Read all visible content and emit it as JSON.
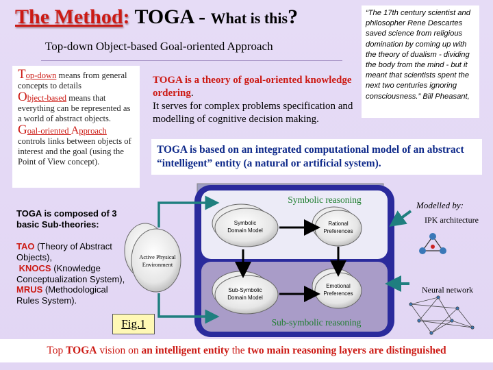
{
  "title": {
    "part1": "The Method",
    "part2": ": ",
    "part3": "TOGA - ",
    "part4": "What is this",
    "part5": "?"
  },
  "subtitle": "Top-down Object-based Goal-oriented Approach",
  "quote": "“The 17th century scientist and philosopher Rene Descartes saved science from religious domination by coming up with the theory of dualism - dividing the body from the mind - but it meant that scientists spent the next two centuries ignoring consciousness.”  Bill Pheasant,",
  "toga_box": {
    "t_cap": "T",
    "t_word": "op-down",
    "t_rest": " means from general concepts to details",
    "o_cap": "O",
    "o_word": "bject-based",
    "o_rest": " means that everything can be represented as a world of abstract objects.",
    "g_cap": "G",
    "g_word": "oal-oriented ",
    "a_cap": "A",
    "a_word": "pproach",
    "g_rest": " controls links between objects of interest and the goal (using the Point of View concept)."
  },
  "theory": {
    "red": "TOGA is a theory of goal-oriented knowledge ordering",
    "dot": ".",
    "rest": "It serves for complex problems specification and modelling of  cognitive decision making."
  },
  "integrated": "TOGA is based on an integrated computational model of an abstract “intelligent” entity (a natural or artificial system).",
  "compose": {
    "heading": "TOGA is composed of 3 basic Sub-theories:",
    "tao": "TAO",
    "tao_desc": " (Theory of Abstract Objects),",
    "knocs": "KNOCS",
    "knocs_desc": " (Knowledge Conceptualization System),",
    "mrus": "MRUS",
    "mrus_desc": " (Methodological Rules System)."
  },
  "diagram": {
    "symbolic_label": "Symbolic reasoning",
    "subsymbolic_label": "Sub-symbolic reasoning",
    "env_line1": "Active Physical",
    "env_line2": "Environment",
    "sym_line1": "Symbolic",
    "sym_line2": "Domain Model",
    "rat_line1": "Rational",
    "rat_line2": "Preferences",
    "subsym_line1": "Sub-Symbolic",
    "subsym_line2": "Domain Model",
    "emo_line1": "Emotional",
    "emo_line2": "Preferences"
  },
  "fig_label": "Fig.1",
  "modelled_by": "Modelled by:",
  "ipk": "IPK architecture",
  "neural": "Neural network",
  "footer": {
    "p1": "Top ",
    "p2": "TOGA",
    "p3": " vision on  ",
    "p4": "an intelligent entity",
    "p5": " the ",
    "p6": "two main reasoning layers are distinguished"
  },
  "colors": {
    "accent_red": "#cc1a14",
    "navy": "#0f2a8a",
    "frame": "#2a2a9c",
    "teal_arrow": "#1f7f7f",
    "background": "#e4d9f5"
  }
}
